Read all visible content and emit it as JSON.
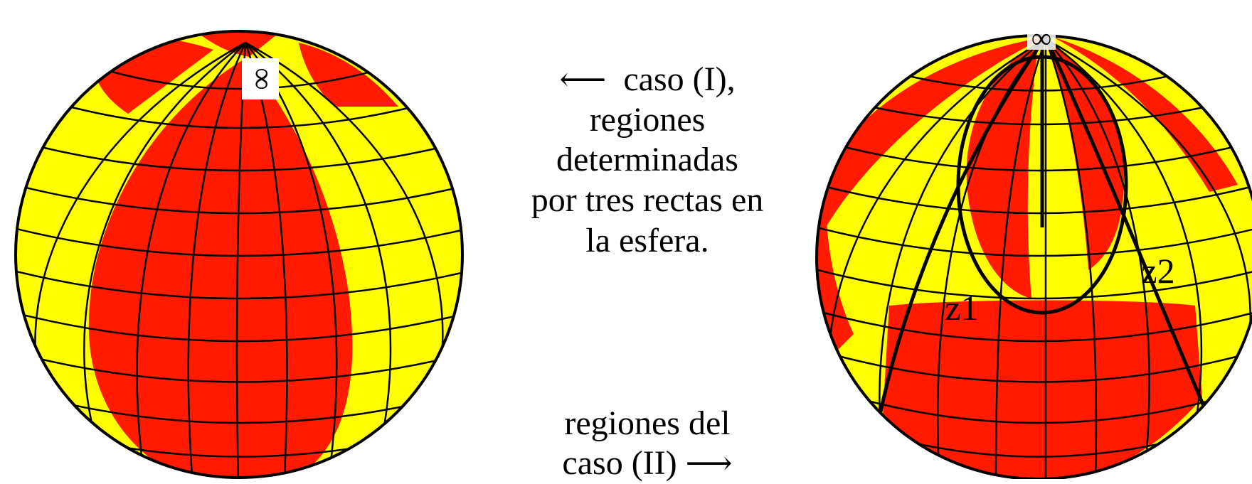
{
  "colors": {
    "red": "#ff1a00",
    "yellow": "#ffff00",
    "grid": "#000000",
    "background": "#ffffff"
  },
  "left_sphere": {
    "infinity_label": "∞"
  },
  "right_sphere": {
    "infinity_label": "∞",
    "z1_label": "z1",
    "z2_label": "z2"
  },
  "caption_case1": {
    "arrow": "⟵",
    "line1": "caso (I),",
    "line2": "regiones",
    "line3": "determinadas",
    "line4": "por tres rectas en",
    "line5": "la esfera."
  },
  "caption_case2": {
    "line1": "regiones del",
    "line2": "caso (II)",
    "arrow": "⟶"
  }
}
